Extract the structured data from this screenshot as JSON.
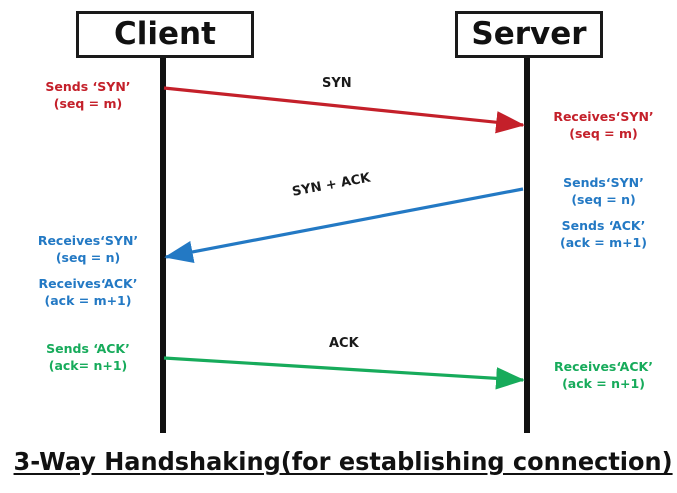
{
  "figure": {
    "title": "3-Way Handshaking(for establishing connection)"
  },
  "endpoints": {
    "client": "Client",
    "server": "Server"
  },
  "colors": {
    "syn": "#c4202a",
    "syn_ack": "#2379c4",
    "ack": "#17ab5b",
    "line": "#111111",
    "background": "#ffffff"
  },
  "messages": [
    {
      "name": "syn",
      "caption": "SYN",
      "direction": "client-to-server",
      "color": "#c4202a"
    },
    {
      "name": "syn-ack",
      "caption": "SYN + ACK",
      "direction": "server-to-client",
      "color": "#2379c4"
    },
    {
      "name": "ack",
      "caption": "ACK",
      "direction": "client-to-server",
      "color": "#17ab5b"
    }
  ],
  "client_notes": {
    "send_syn": {
      "line1": "Sends ‘SYN’",
      "line2": "(seq = m)"
    },
    "receive_syn": {
      "line1": "Receives‘SYN’",
      "line2": "(seq = n)"
    },
    "receive_ack": {
      "line1": "Receives‘ACK’",
      "line2": "(ack = m+1)"
    },
    "send_ack": {
      "line1": "Sends ‘ACK’",
      "line2": "(ack= n+1)"
    }
  },
  "server_notes": {
    "receive_syn": {
      "line1": "Receives‘SYN’",
      "line2": "(seq = m)"
    },
    "send_syn": {
      "line1": "Sends‘SYN’",
      "line2": "(seq = n)"
    },
    "send_ack": {
      "line1": "Sends ‘ACK’",
      "line2": "(ack = m+1)"
    },
    "receive_ack": {
      "line1": "Receives‘ACK’",
      "line2": "(ack = n+1)"
    }
  }
}
